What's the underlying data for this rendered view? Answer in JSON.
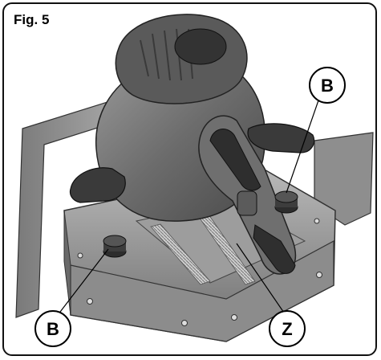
{
  "figure": {
    "label": "Fig. 5"
  },
  "callouts": [
    {
      "id": "b-right",
      "text": "B"
    },
    {
      "id": "b-left",
      "text": "B"
    },
    {
      "id": "z",
      "text": "Z"
    }
  ],
  "colors": {
    "frame": "#111111",
    "body_dark": "#4a4a4a",
    "body_mid": "#8a8a8a",
    "body_light": "#bdbdbd",
    "grip": "#2e2e2e"
  }
}
